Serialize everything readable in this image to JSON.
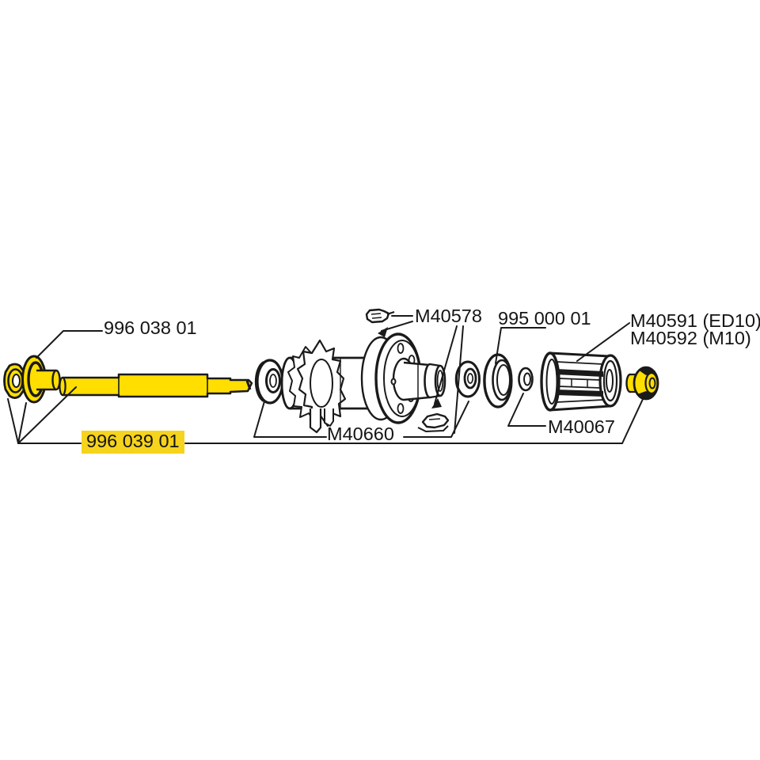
{
  "diagram": {
    "kind": "exploded-parts-diagram",
    "labels": {
      "end_cap": "996 038 01",
      "pawl_kit": "M40578",
      "seal": "995 000 01",
      "freehub_ed10": "M40591 (ED10)",
      "freehub_m10": "M40592 (M10)",
      "hub_body": "M40660",
      "washer": "M40067",
      "axle_kit": "996 039 01"
    },
    "colors": {
      "part_fill_yellow": "#FFDE00",
      "label_highlight_yellow": "#F6D31C",
      "line": "#1A1A1A",
      "background": "#FFFFFF"
    }
  }
}
